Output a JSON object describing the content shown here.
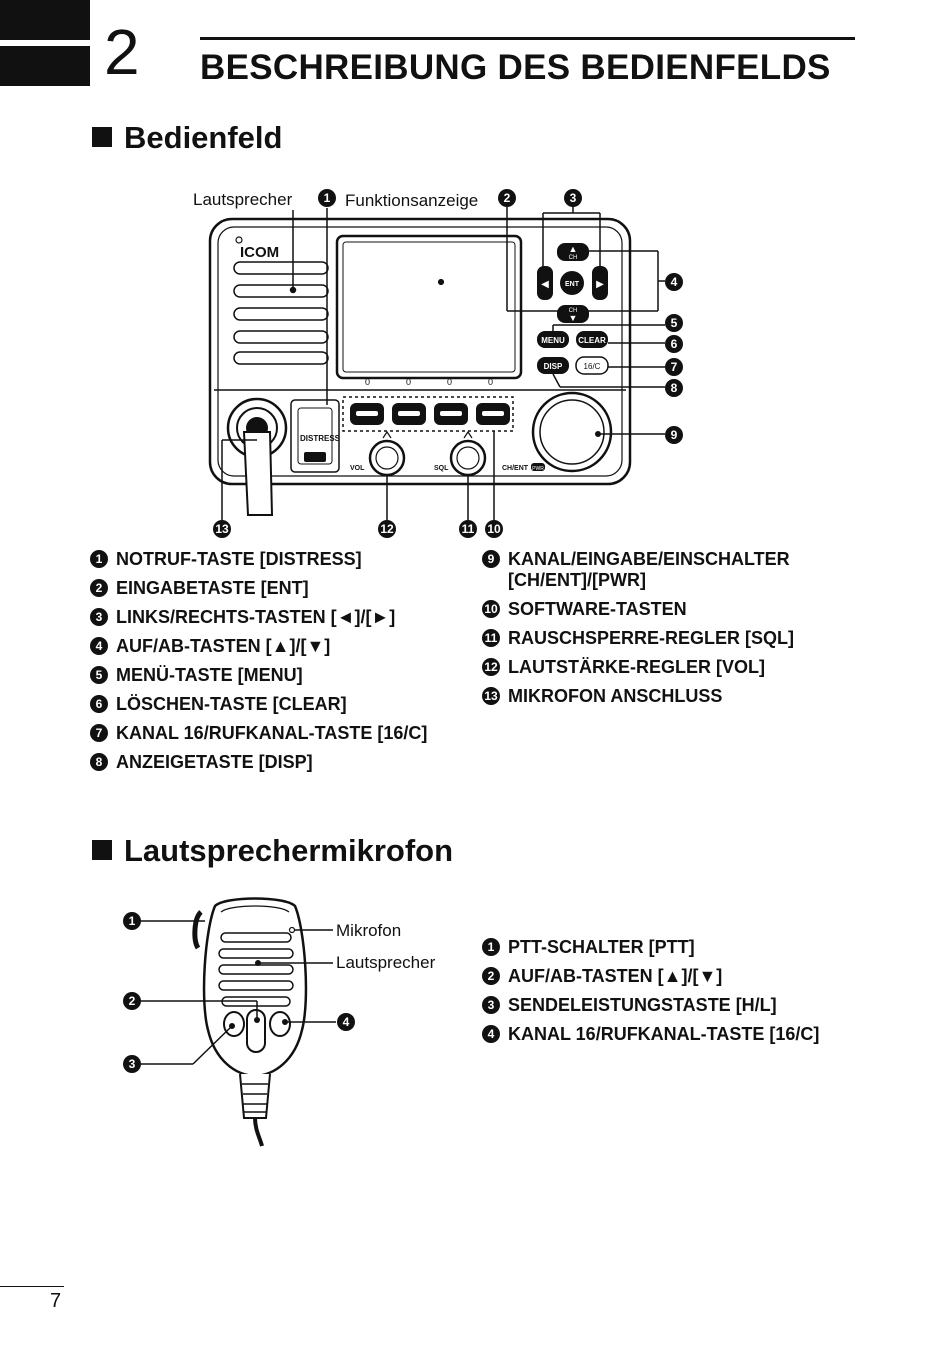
{
  "chapter": {
    "number": "2",
    "title": "BESCHREIBUNG DES BEDIENFELDS"
  },
  "section1": {
    "heading": "Bedienfeld",
    "callouts": {
      "lautsprecher": "Lautsprecher",
      "funktionsanzeige": "Funktionsanzeige"
    },
    "device": {
      "brand": "ICOM",
      "keys": {
        "ch": "CH",
        "ent": "ENT",
        "menu": "MENU",
        "clear": "CLEAR",
        "disp": "DISP",
        "c16": "16/C",
        "distress": "DISTRESS"
      },
      "knobs": {
        "vol": "VOL",
        "sql": "SQL",
        "chent": "CH/ENT",
        "pwr": "PWR"
      }
    },
    "markers": [
      "1",
      "2",
      "3",
      "4",
      "5",
      "6",
      "7",
      "8",
      "9",
      "10",
      "11",
      "12",
      "13"
    ],
    "items_left": [
      {
        "num": "1",
        "text": "NOTRUF-TASTE [DISTRESS]"
      },
      {
        "num": "2",
        "text": "EINGABETASTE [ENT]"
      },
      {
        "num": "3",
        "text": "LINKS/RECHTS-TASTEN [◄]/[►]"
      },
      {
        "num": "4",
        "text": "AUF/AB-TASTEN [▲]/[▼]"
      },
      {
        "num": "5",
        "text": "MENÜ-TASTE [MENU]"
      },
      {
        "num": "6",
        "text": "LÖSCHEN-TASTE [CLEAR]"
      },
      {
        "num": "7",
        "text": "KANAL 16/RUFKANAL-TASTE [16/C]"
      },
      {
        "num": "8",
        "text": "ANZEIGETASTE [DISP]"
      }
    ],
    "items_right": [
      {
        "num": "9",
        "text": "KANAL/EINGABE/EINSCHALTER [CH/ENT]/[PWR]"
      },
      {
        "num": "10",
        "text": "SOFTWARE-TASTEN"
      },
      {
        "num": "11",
        "text": "RAUSCHSPERRE-REGLER [SQL]"
      },
      {
        "num": "12",
        "text": "LAUTSTÄRKE-REGLER [VOL]"
      },
      {
        "num": "13",
        "text": "MIKROFON ANSCHLUSS"
      }
    ]
  },
  "section2": {
    "heading": "Lautsprechermikrofon",
    "callouts": {
      "mikrofon": "Mikrofon",
      "lautsprecher": "Lautsprecher"
    },
    "markers": [
      "1",
      "2",
      "3",
      "4"
    ],
    "items": [
      {
        "num": "1",
        "text": "PTT-SCHALTER [PTT]"
      },
      {
        "num": "2",
        "text": "AUF/AB-TASTEN [▲]/[▼]"
      },
      {
        "num": "3",
        "text": "SENDELEISTUNGSTASTE [H/L]"
      },
      {
        "num": "4",
        "text": "KANAL 16/RUFKANAL-TASTE [16/C]"
      }
    ]
  },
  "footer": {
    "page_number": "7"
  }
}
